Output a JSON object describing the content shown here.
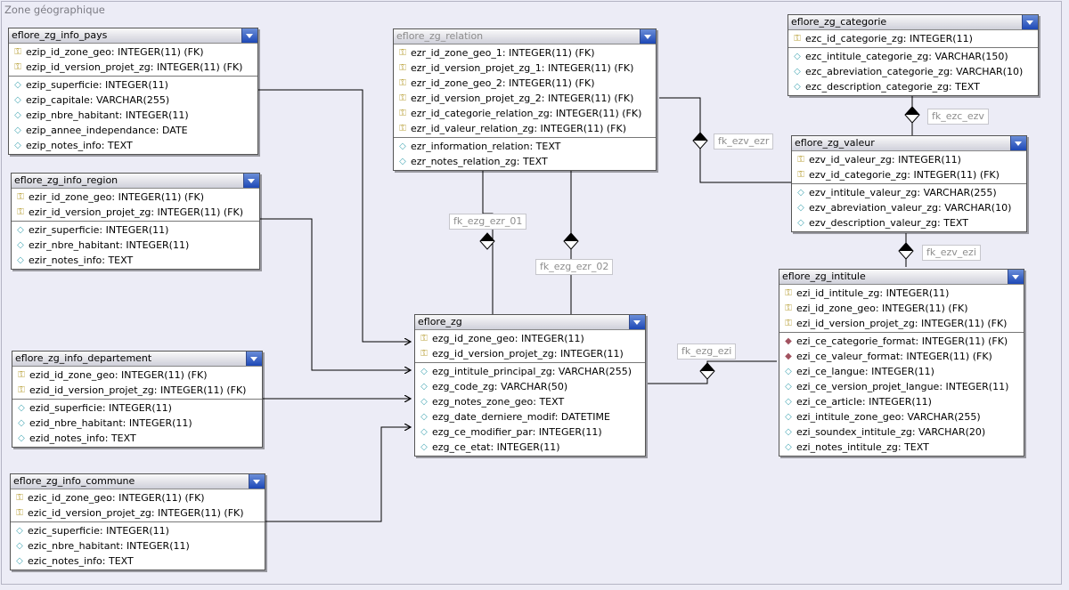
{
  "zone_title": "Zone géographique",
  "colors": {
    "background": "#ececf6",
    "table_header_button": "#1d48b6",
    "key_icon": "#b8a038",
    "field_icon": "#4aa9b6",
    "fk_field_icon": "#a2525f",
    "line": "#000000"
  },
  "icons": {
    "key": "key-icon",
    "field": "diamond-icon",
    "fk_field": "fk-diamond-icon",
    "menu": "dropdown-arrow-icon"
  },
  "tables": {
    "info_pays": {
      "name": "eflore_zg_info_pays",
      "keys": [
        "ezip_id_zone_geo: INTEGER(11) (FK)",
        "ezip_id_version_projet_zg: INTEGER(11) (FK)"
      ],
      "fields": [
        "ezip_superficie: INTEGER(11)",
        "ezip_capitale: VARCHAR(255)",
        "ezip_nbre_habitant: INTEGER(11)",
        "ezip_annee_independance: DATE",
        "ezip_notes_info: TEXT"
      ]
    },
    "info_region": {
      "name": "eflore_zg_info_region",
      "keys": [
        "ezir_id_zone_geo: INTEGER(11) (FK)",
        "ezir_id_version_projet_zg: INTEGER(11) (FK)"
      ],
      "fields": [
        "ezir_superficie: INTEGER(11)",
        "ezir_nbre_habitant: INTEGER(11)",
        "ezir_notes_info: TEXT"
      ]
    },
    "info_departement": {
      "name": "eflore_zg_info_departement",
      "keys": [
        "ezid_id_zone_geo: INTEGER(11) (FK)",
        "ezid_id_version_projet_zg: INTEGER(11) (FK)"
      ],
      "fields": [
        "ezid_superficie: INTEGER(11)",
        "ezid_nbre_habitant: INTEGER(11)",
        "ezid_notes_info: TEXT"
      ]
    },
    "info_commune": {
      "name": "eflore_zg_info_commune",
      "keys": [
        "ezic_id_zone_geo: INTEGER(11) (FK)",
        "ezic_id_version_projet_zg: INTEGER(11) (FK)"
      ],
      "fields": [
        "ezic_superficie: INTEGER(11)",
        "ezic_nbre_habitant: INTEGER(11)",
        "ezic_notes_info: TEXT"
      ]
    },
    "relation": {
      "name": "eflore_zg_relation",
      "keys": [
        "ezr_id_zone_geo_1: INTEGER(11) (FK)",
        "ezr_id_version_projet_zg_1: INTEGER(11) (FK)",
        "ezr_id_zone_geo_2: INTEGER(11) (FK)",
        "ezr_id_version_projet_zg_2: INTEGER(11) (FK)",
        "ezr_id_categorie_relation_zg: INTEGER(11) (FK)",
        "ezr_id_valeur_relation_zg: INTEGER(11) (FK)"
      ],
      "fields": [
        "ezr_information_relation: TEXT",
        "ezr_notes_relation_zg: TEXT"
      ]
    },
    "zg": {
      "name": "eflore_zg",
      "keys": [
        "ezg_id_zone_geo: INTEGER(11)",
        "ezg_id_version_projet_zg: INTEGER(11)"
      ],
      "fields": [
        "ezg_intitule_principal_zg: VARCHAR(255)",
        "ezg_code_zg: VARCHAR(50)",
        "ezg_notes_zone_geo: TEXT",
        "ezg_date_derniere_modif: DATETIME",
        "ezg_ce_modifier_par: INTEGER(11)",
        "ezg_ce_etat: INTEGER(11)"
      ]
    },
    "categorie": {
      "name": "eflore_zg_categorie",
      "keys": [
        "ezc_id_categorie_zg: INTEGER(11)"
      ],
      "fields": [
        "ezc_intitule_categorie_zg: VARCHAR(150)",
        "ezc_abreviation_categorie_zg: VARCHAR(10)",
        "ezc_description_categorie_zg: TEXT"
      ]
    },
    "valeur": {
      "name": "eflore_zg_valeur",
      "keys": [
        "ezv_id_valeur_zg: INTEGER(11)",
        "ezv_id_categorie_zg: INTEGER(11) (FK)"
      ],
      "fields": [
        "ezv_intitule_valeur_zg: VARCHAR(255)",
        "ezv_abreviation_valeur_zg: VARCHAR(10)",
        "ezv_description_valeur_zg: TEXT"
      ]
    },
    "intitule": {
      "name": "eflore_zg_intitule",
      "keys": [
        "ezi_id_intitule_zg: INTEGER(11)",
        "ezi_id_zone_geo: INTEGER(11) (FK)",
        "ezi_id_version_projet_zg: INTEGER(11) (FK)"
      ],
      "fk_fields": [
        "ezi_ce_categorie_format: INTEGER(11) (FK)",
        "ezi_ce_valeur_format: INTEGER(11) (FK)"
      ],
      "fields": [
        "ezi_ce_langue: INTEGER(11)",
        "ezi_ce_version_projet_langue: INTEGER(11)",
        "ezi_ce_article: INTEGER(11)",
        "ezi_intitule_zone_geo: VARCHAR(255)",
        "ezi_soundex_intitule_zg: VARCHAR(20)",
        "ezi_notes_intitule_zg: TEXT"
      ]
    }
  },
  "relationships": {
    "fk_ezg_ezr_01": "fk_ezg_ezr_01",
    "fk_ezg_ezr_02": "fk_ezg_ezr_02",
    "fk_ezv_ezr": "fk_ezv_ezr",
    "fk_ezc_ezv": "fk_ezc_ezv",
    "fk_ezv_ezi": "fk_ezv_ezi",
    "fk_ezg_ezi": "fk_ezg_ezi"
  }
}
